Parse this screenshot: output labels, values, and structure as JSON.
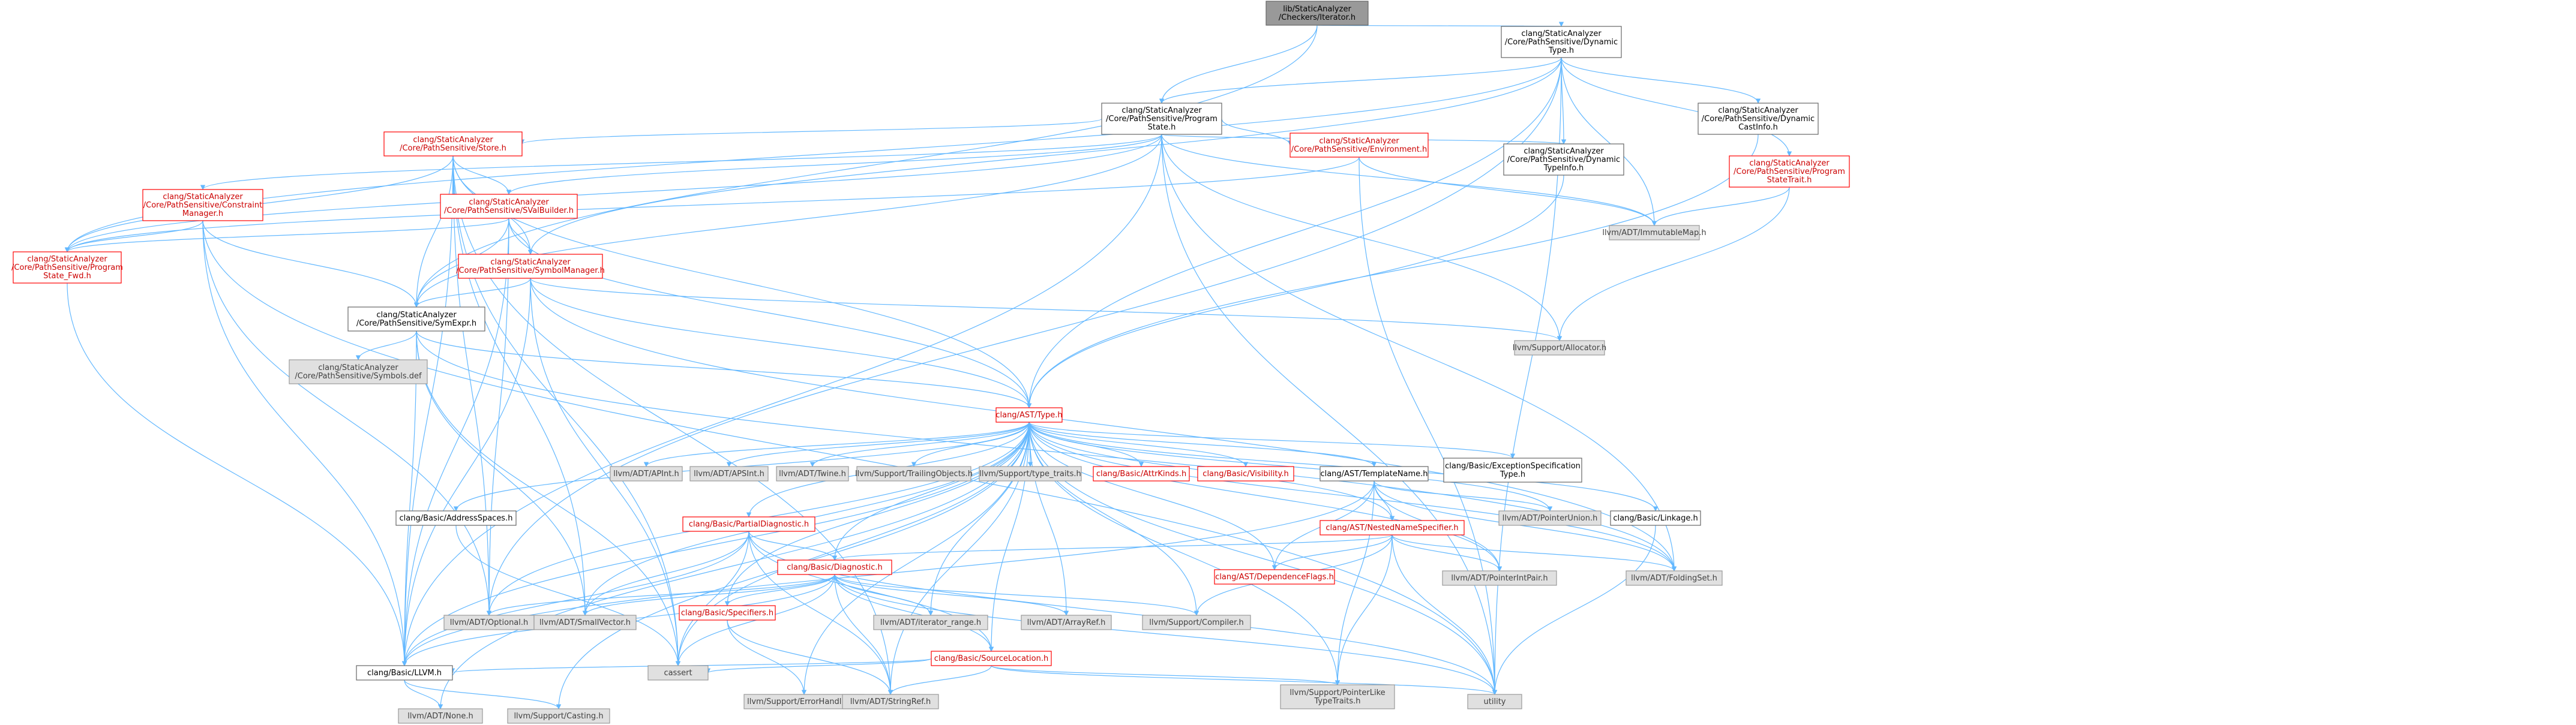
{
  "colors": {
    "edge": "#63b8ff",
    "edge_alt": "#8b8b8b",
    "link_red": "#cc0000",
    "text_dark": "#000000",
    "text_grey": "#404040",
    "fill_root": "#999999",
    "fill_white": "#ffffff",
    "fill_grey": "#e0e0e0",
    "border_red": "#ff0000",
    "border_dark": "#666666",
    "border_grey": "#999999"
  },
  "graph": {
    "nodes": [
      {
        "id": "root",
        "lines": [
          "lib/StaticAnalyzer",
          "/Checkers/Iterator.h"
        ],
        "style": "root"
      },
      {
        "id": "dyntype",
        "lines": [
          "clang/StaticAnalyzer",
          "/Core/PathSensitive/Dynamic",
          "Type.h"
        ],
        "style": "normal"
      },
      {
        "id": "progstate",
        "lines": [
          "clang/StaticAnalyzer",
          "/Core/PathSensitive/Program",
          "State.h"
        ],
        "style": "normal"
      },
      {
        "id": "dyncast",
        "lines": [
          "clang/StaticAnalyzer",
          "/Core/PathSensitive/Dynamic",
          "CastInfo.h"
        ],
        "style": "normal"
      },
      {
        "id": "store",
        "lines": [
          "clang/StaticAnalyzer",
          "/Core/PathSensitive/Store.h"
        ],
        "style": "red"
      },
      {
        "id": "environment",
        "lines": [
          "clang/StaticAnalyzer",
          "/Core/PathSensitive/Environment.h"
        ],
        "style": "red"
      },
      {
        "id": "dyntypeinfo",
        "lines": [
          "clang/StaticAnalyzer",
          "/Core/PathSensitive/Dynamic",
          "TypeInfo.h"
        ],
        "style": "normal"
      },
      {
        "id": "progstatetrait",
        "lines": [
          "clang/StaticAnalyzer",
          "/Core/PathSensitive/Program",
          "StateTrait.h"
        ],
        "style": "red"
      },
      {
        "id": "constraintmgr",
        "lines": [
          "clang/StaticAnalyzer",
          "/Core/PathSensitive/Constraint",
          "Manager.h"
        ],
        "style": "red"
      },
      {
        "id": "svalbuilder",
        "lines": [
          "clang/StaticAnalyzer",
          "/Core/PathSensitive/SValBuilder.h"
        ],
        "style": "red"
      },
      {
        "id": "immutablemap",
        "lines": [
          "llvm/ADT/ImmutableMap.h"
        ],
        "style": "grey"
      },
      {
        "id": "progstatefwd",
        "lines": [
          "clang/StaticAnalyzer",
          "/Core/PathSensitive/Program",
          "State_Fwd.h"
        ],
        "style": "red"
      },
      {
        "id": "symbolmgr",
        "lines": [
          "clang/StaticAnalyzer",
          "/Core/PathSensitive/SymbolManager.h"
        ],
        "style": "red"
      },
      {
        "id": "allocator",
        "lines": [
          "llvm/Support/Allocator.h"
        ],
        "style": "grey"
      },
      {
        "id": "symexpr",
        "lines": [
          "clang/StaticAnalyzer",
          "/Core/PathSensitive/SymExpr.h"
        ],
        "style": "normal"
      },
      {
        "id": "symbolsdef",
        "lines": [
          "clang/StaticAnalyzer",
          "/Core/PathSensitive/Symbols.def"
        ],
        "style": "grey"
      },
      {
        "id": "asttype",
        "lines": [
          "clang/AST/Type.h"
        ],
        "style": "red"
      },
      {
        "id": "apint",
        "lines": [
          "llvm/ADT/APInt.h"
        ],
        "style": "grey"
      },
      {
        "id": "apsint",
        "lines": [
          "llvm/ADT/APSInt.h"
        ],
        "style": "grey"
      },
      {
        "id": "twine",
        "lines": [
          "llvm/ADT/Twine.h"
        ],
        "style": "grey"
      },
      {
        "id": "trailingobjects",
        "lines": [
          "llvm/Support/TrailingObjects.h"
        ],
        "style": "grey"
      },
      {
        "id": "typetraits",
        "lines": [
          "llvm/Support/type_traits.h"
        ],
        "style": "grey"
      },
      {
        "id": "attrkinds",
        "lines": [
          "clang/Basic/AttrKinds.h"
        ],
        "style": "red"
      },
      {
        "id": "visibility",
        "lines": [
          "clang/Basic/Visibility.h"
        ],
        "style": "red"
      },
      {
        "id": "templatename",
        "lines": [
          "clang/AST/TemplateName.h"
        ],
        "style": "normal"
      },
      {
        "id": "exceptionspec",
        "lines": [
          "clang/Basic/ExceptionSpecification",
          "Type.h"
        ],
        "style": "normal"
      },
      {
        "id": "addressspaces",
        "lines": [
          "clang/Basic/AddressSpaces.h"
        ],
        "style": "normal"
      },
      {
        "id": "partialdiag",
        "lines": [
          "clang/Basic/PartialDiagnostic.h"
        ],
        "style": "red"
      },
      {
        "id": "nestednamespec",
        "lines": [
          "clang/AST/NestedNameSpecifier.h"
        ],
        "style": "red"
      },
      {
        "id": "pointerunion",
        "lines": [
          "llvm/ADT/PointerUnion.h"
        ],
        "style": "grey"
      },
      {
        "id": "linkage",
        "lines": [
          "clang/Basic/Linkage.h"
        ],
        "style": "normal"
      },
      {
        "id": "diagnostic",
        "lines": [
          "clang/Basic/Diagnostic.h"
        ],
        "style": "red"
      },
      {
        "id": "dependenceflags",
        "lines": [
          "clang/AST/DependenceFlags.h"
        ],
        "style": "red"
      },
      {
        "id": "pointerintpair",
        "lines": [
          "llvm/ADT/PointerIntPair.h"
        ],
        "style": "grey"
      },
      {
        "id": "foldingset",
        "lines": [
          "llvm/ADT/FoldingSet.h"
        ],
        "style": "grey"
      },
      {
        "id": "specifiers",
        "lines": [
          "clang/Basic/Specifiers.h"
        ],
        "style": "red"
      },
      {
        "id": "iteratorrange",
        "lines": [
          "llvm/ADT/iterator_range.h"
        ],
        "style": "grey"
      },
      {
        "id": "arrayref",
        "lines": [
          "llvm/ADT/ArrayRef.h"
        ],
        "style": "grey"
      },
      {
        "id": "compiler",
        "lines": [
          "llvm/Support/Compiler.h"
        ],
        "style": "grey"
      },
      {
        "id": "sourcelocation",
        "lines": [
          "clang/Basic/SourceLocation.h"
        ],
        "style": "red"
      },
      {
        "id": "optional",
        "lines": [
          "llvm/ADT/Optional.h"
        ],
        "style": "grey"
      },
      {
        "id": "smallvector",
        "lines": [
          "llvm/ADT/SmallVector.h"
        ],
        "style": "grey"
      },
      {
        "id": "basicllvm",
        "lines": [
          "clang/Basic/LLVM.h"
        ],
        "style": "normal"
      },
      {
        "id": "cassert",
        "lines": [
          "cassert"
        ],
        "style": "grey"
      },
      {
        "id": "errorhandling",
        "lines": [
          "llvm/Support/ErrorHandling.h"
        ],
        "style": "grey"
      },
      {
        "id": "stringref",
        "lines": [
          "llvm/ADT/StringRef.h"
        ],
        "style": "grey"
      },
      {
        "id": "pointerliketypetraits",
        "lines": [
          "llvm/Support/PointerLike",
          "TypeTraits.h"
        ],
        "style": "grey"
      },
      {
        "id": "utility",
        "lines": [
          "utility"
        ],
        "style": "grey"
      },
      {
        "id": "none",
        "lines": [
          "llvm/ADT/None.h"
        ],
        "style": "grey"
      },
      {
        "id": "casting",
        "lines": [
          "llvm/Support/Casting.h"
        ],
        "style": "grey"
      }
    ],
    "edges": [
      [
        "root",
        "dyntype"
      ],
      [
        "root",
        "progstate"
      ],
      [
        "root",
        "symexpr"
      ],
      [
        "dyntype",
        "progstate"
      ],
      [
        "dyntype",
        "dyncast"
      ],
      [
        "dyntype",
        "dyntypeinfo"
      ],
      [
        "dyntype",
        "progstatetrait"
      ],
      [
        "dyntype",
        "immutablemap"
      ],
      [
        "dyntype",
        "progstatefwd"
      ],
      [
        "dyntype",
        "symbolmgr"
      ],
      [
        "dyntype",
        "asttype"
      ],
      [
        "dyntype",
        "optional"
      ],
      [
        "dyntype",
        "utility"
      ],
      [
        "progstate",
        "store"
      ],
      [
        "progstate",
        "environment"
      ],
      [
        "progstate",
        "dyntypeinfo"
      ],
      [
        "progstate",
        "constraintmgr"
      ],
      [
        "progstate",
        "svalbuilder"
      ],
      [
        "progstate",
        "progstatefwd"
      ],
      [
        "progstate",
        "symexpr"
      ],
      [
        "progstate",
        "allocator"
      ],
      [
        "progstate",
        "foldingset"
      ],
      [
        "progstate",
        "immutablemap"
      ],
      [
        "progstate",
        "basicllvm"
      ],
      [
        "progstate",
        "utility"
      ],
      [
        "dyncast",
        "asttype"
      ],
      [
        "store",
        "svalbuilder"
      ],
      [
        "store",
        "progstatefwd"
      ],
      [
        "store",
        "symbolmgr"
      ],
      [
        "store",
        "symexpr"
      ],
      [
        "store",
        "asttype"
      ],
      [
        "store",
        "smallvector"
      ],
      [
        "store",
        "optional"
      ],
      [
        "store",
        "basicllvm"
      ],
      [
        "store",
        "cassert"
      ],
      [
        "store",
        "stringref"
      ],
      [
        "environment",
        "immutablemap"
      ],
      [
        "environment",
        "progstatefwd"
      ],
      [
        "environment",
        "utility"
      ],
      [
        "dyntypeinfo",
        "asttype"
      ],
      [
        "progstatetrait",
        "immutablemap"
      ],
      [
        "progstatetrait",
        "allocator"
      ],
      [
        "constraintmgr",
        "progstatefwd"
      ],
      [
        "constraintmgr",
        "symexpr"
      ],
      [
        "constraintmgr",
        "optional"
      ],
      [
        "constraintmgr",
        "basicllvm"
      ],
      [
        "constraintmgr",
        "utility"
      ],
      [
        "svalbuilder",
        "progstatefwd"
      ],
      [
        "svalbuilder",
        "symbolmgr"
      ],
      [
        "svalbuilder",
        "symexpr"
      ],
      [
        "svalbuilder",
        "asttype"
      ],
      [
        "svalbuilder",
        "optional"
      ],
      [
        "svalbuilder",
        "basicllvm"
      ],
      [
        "progstatefwd",
        "basicllvm"
      ],
      [
        "symbolmgr",
        "symexpr"
      ],
      [
        "symbolmgr",
        "asttype"
      ],
      [
        "symbolmgr",
        "allocator"
      ],
      [
        "symbolmgr",
        "foldingset"
      ],
      [
        "symbolmgr",
        "basicllvm"
      ],
      [
        "symbolmgr",
        "cassert"
      ],
      [
        "symexpr",
        "symbolsdef"
      ],
      [
        "symexpr",
        "asttype"
      ],
      [
        "symexpr",
        "smallvector"
      ],
      [
        "symexpr",
        "basicllvm"
      ],
      [
        "symexpr",
        "cassert"
      ],
      [
        "symexpr",
        "foldingset"
      ],
      [
        "asttype",
        "apint"
      ],
      [
        "asttype",
        "apsint"
      ],
      [
        "asttype",
        "twine"
      ],
      [
        "asttype",
        "trailingobjects"
      ],
      [
        "asttype",
        "typetraits"
      ],
      [
        "asttype",
        "attrkinds"
      ],
      [
        "asttype",
        "visibility"
      ],
      [
        "asttype",
        "templatename"
      ],
      [
        "asttype",
        "exceptionspec"
      ],
      [
        "asttype",
        "addressspaces"
      ],
      [
        "asttype",
        "partialdiag"
      ],
      [
        "asttype",
        "nestednamespec"
      ],
      [
        "asttype",
        "pointerunion"
      ],
      [
        "asttype",
        "linkage"
      ],
      [
        "asttype",
        "diagnostic"
      ],
      [
        "asttype",
        "dependenceflags"
      ],
      [
        "asttype",
        "pointerintpair"
      ],
      [
        "asttype",
        "foldingset"
      ],
      [
        "asttype",
        "specifiers"
      ],
      [
        "asttype",
        "iteratorrange"
      ],
      [
        "asttype",
        "arrayref"
      ],
      [
        "asttype",
        "compiler"
      ],
      [
        "asttype",
        "sourcelocation"
      ],
      [
        "asttype",
        "optional"
      ],
      [
        "asttype",
        "smallvector"
      ],
      [
        "asttype",
        "basicllvm"
      ],
      [
        "asttype",
        "cassert"
      ],
      [
        "asttype",
        "errorhandling"
      ],
      [
        "asttype",
        "stringref"
      ],
      [
        "asttype",
        "pointerliketypetraits"
      ],
      [
        "asttype",
        "utility"
      ],
      [
        "asttype",
        "none"
      ],
      [
        "asttype",
        "casting"
      ],
      [
        "templatename",
        "nestednamespec"
      ],
      [
        "templatename",
        "dependenceflags"
      ],
      [
        "templatename",
        "pointerunion"
      ],
      [
        "templatename",
        "pointerintpair"
      ],
      [
        "templatename",
        "foldingset"
      ],
      [
        "templatename",
        "basicllvm"
      ],
      [
        "templatename",
        "pointerliketypetraits"
      ],
      [
        "addressspaces",
        "cassert"
      ],
      [
        "partialdiag",
        "diagnostic"
      ],
      [
        "partialdiag",
        "sourcelocation"
      ],
      [
        "partialdiag",
        "smallvector"
      ],
      [
        "partialdiag",
        "basicllvm"
      ],
      [
        "partialdiag",
        "cassert"
      ],
      [
        "partialdiag",
        "stringref"
      ],
      [
        "partialdiag",
        "utility"
      ],
      [
        "nestednamespec",
        "diagnostic"
      ],
      [
        "nestednamespec",
        "dependenceflags"
      ],
      [
        "nestednamespec",
        "pointerintpair"
      ],
      [
        "nestednamespec",
        "foldingset"
      ],
      [
        "nestednamespec",
        "compiler"
      ],
      [
        "nestednamespec",
        "utility"
      ],
      [
        "nestednamespec",
        "pointerliketypetraits"
      ],
      [
        "linkage",
        "utility"
      ],
      [
        "diagnostic",
        "specifiers"
      ],
      [
        "diagnostic",
        "sourcelocation"
      ],
      [
        "diagnostic",
        "iteratorrange"
      ],
      [
        "diagnostic",
        "arrayref"
      ],
      [
        "diagnostic",
        "compiler"
      ],
      [
        "diagnostic",
        "optional"
      ],
      [
        "diagnostic",
        "smallvector"
      ],
      [
        "diagnostic",
        "basicllvm"
      ],
      [
        "diagnostic",
        "cassert"
      ],
      [
        "diagnostic",
        "stringref"
      ],
      [
        "diagnostic",
        "utility"
      ],
      [
        "specifiers",
        "errorhandling"
      ],
      [
        "specifiers",
        "stringref"
      ],
      [
        "sourcelocation",
        "basicllvm"
      ],
      [
        "sourcelocation",
        "cassert"
      ],
      [
        "sourcelocation",
        "stringref"
      ],
      [
        "sourcelocation",
        "pointerliketypetraits"
      ],
      [
        "sourcelocation",
        "utility"
      ],
      [
        "basicllvm",
        "none"
      ],
      [
        "basicllvm",
        "casting"
      ]
    ]
  }
}
